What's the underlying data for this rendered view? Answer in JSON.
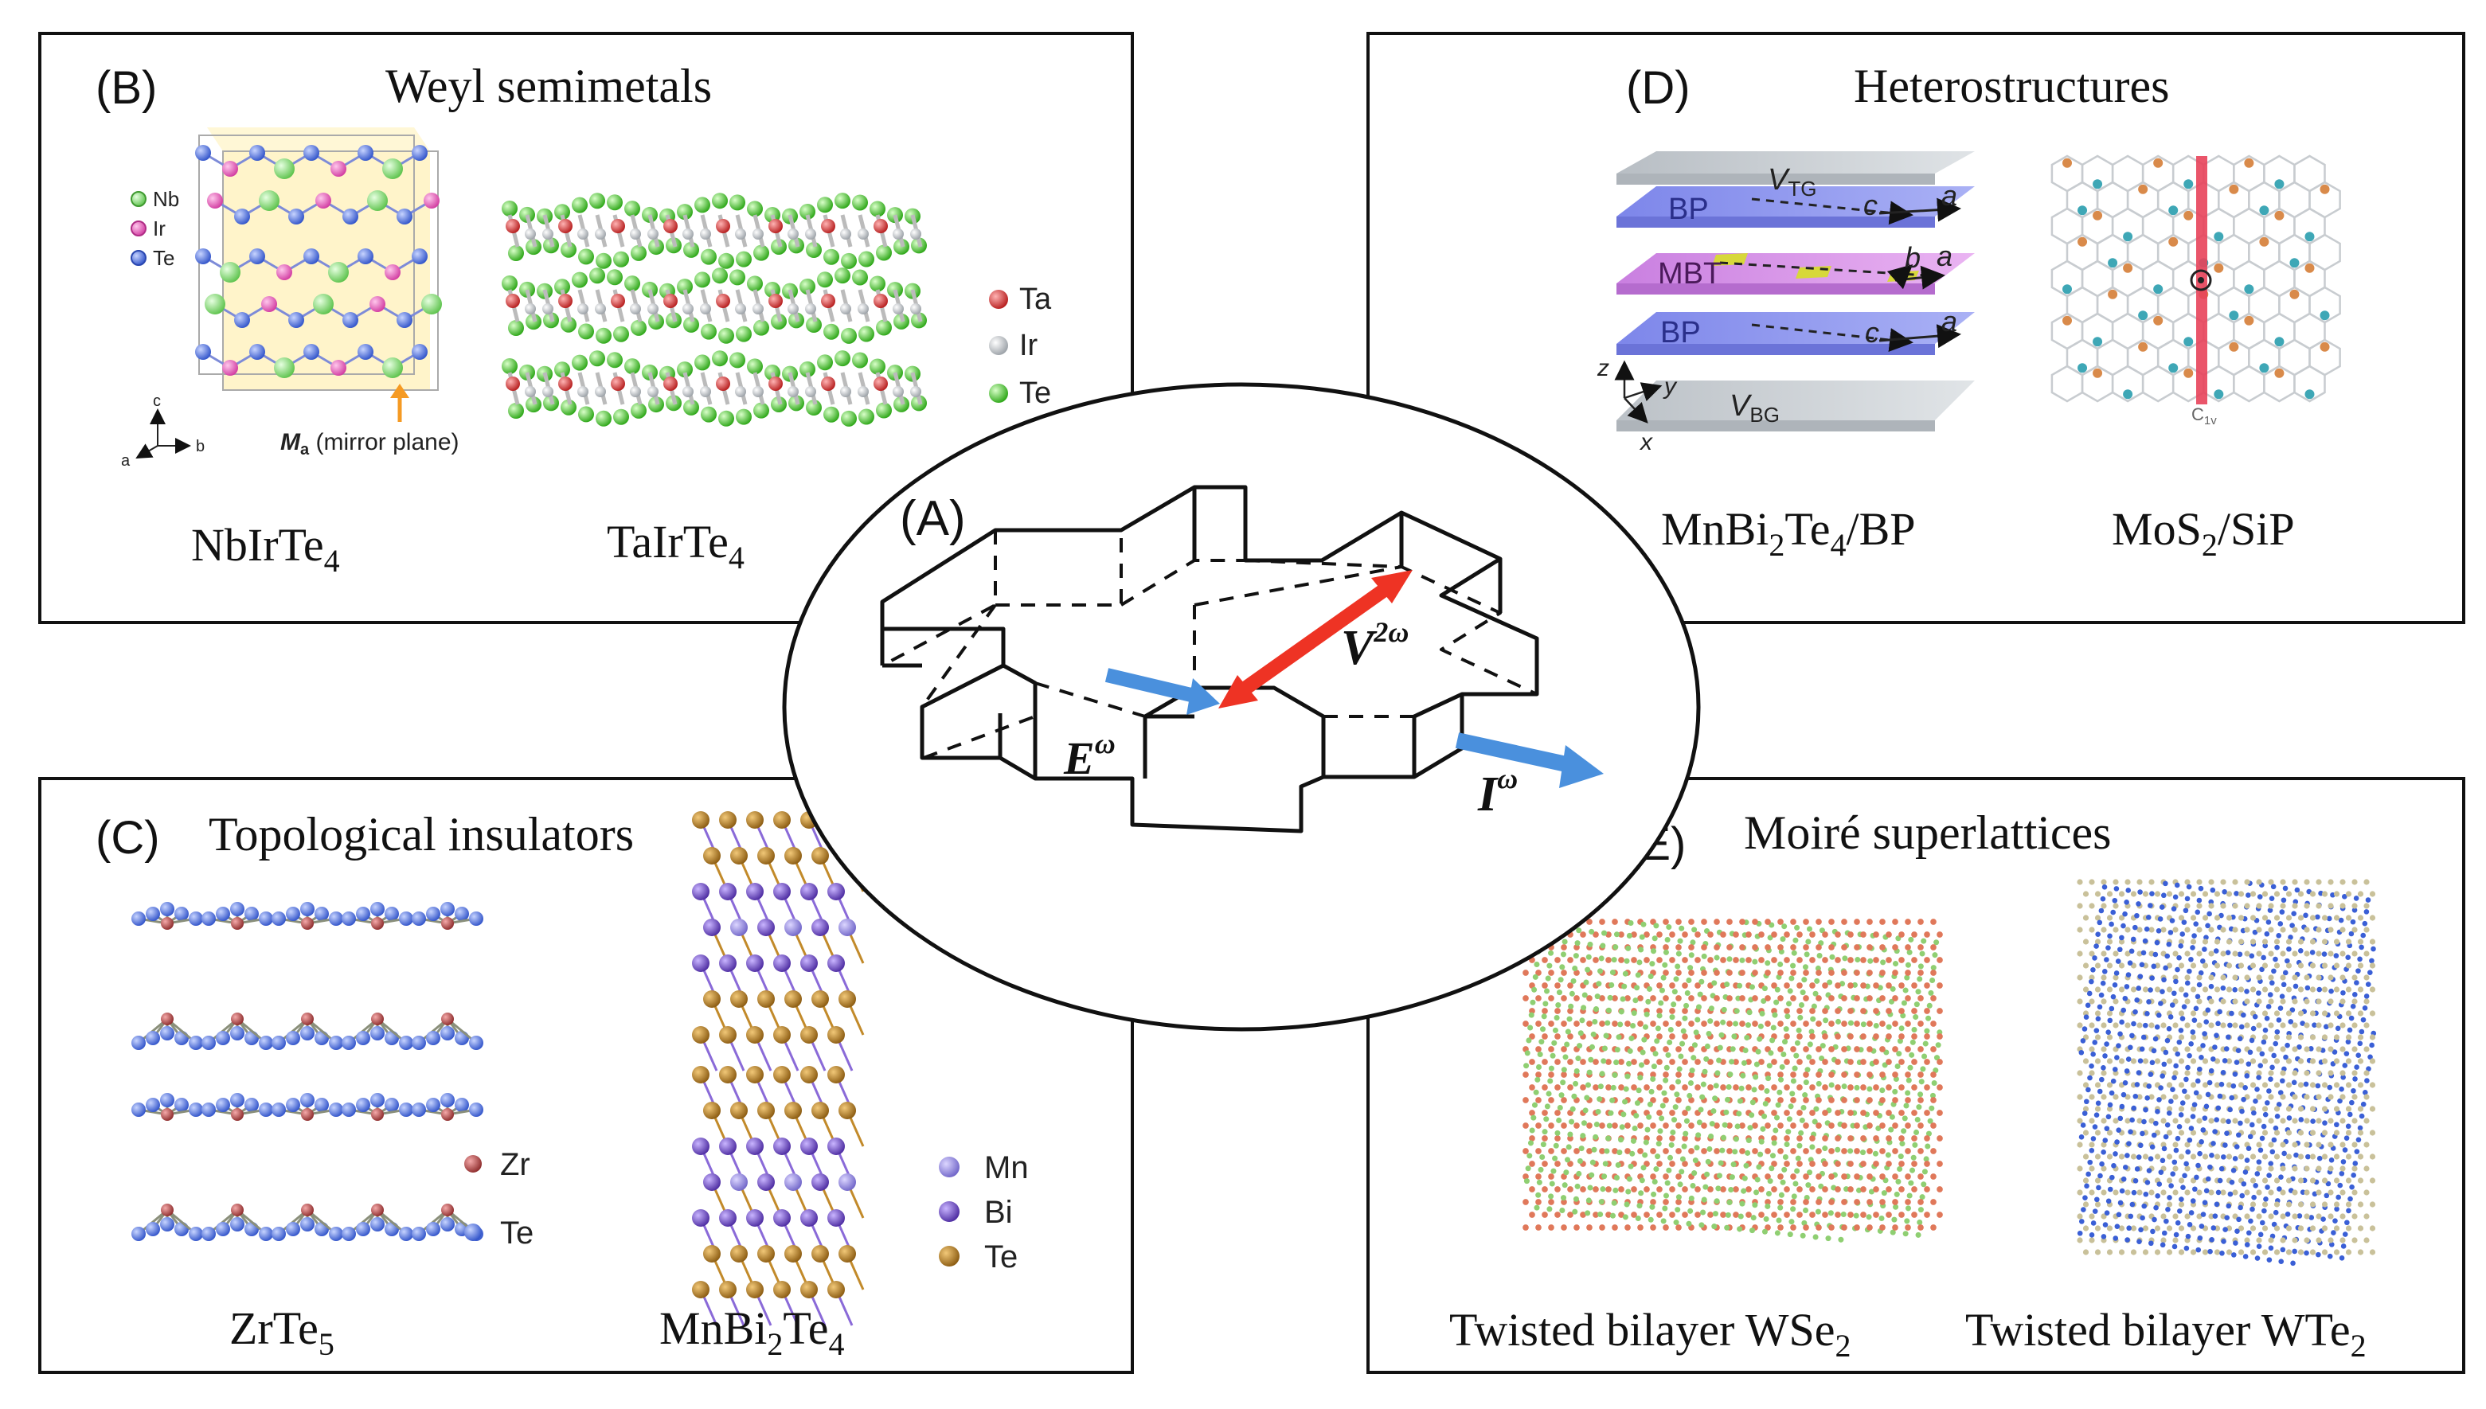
{
  "panels": {
    "A": {
      "letter": "(A)",
      "label_V": "V",
      "label_V_sup": "2ω",
      "label_E": "E",
      "label_E_sup": "ω",
      "label_I": "I",
      "label_I_sup": "ω"
    },
    "B": {
      "letter": "(B)",
      "title": "Weyl semimetals",
      "legend1": [
        "Nb",
        "Ir",
        "Te"
      ],
      "axes": {
        "a": "a",
        "b": "b",
        "c": "c"
      },
      "mirror_bold": "M",
      "mirror_sub": "a",
      "mirror_rest": " (mirror plane)",
      "legend2": [
        "Ta",
        "Ir",
        "Te"
      ],
      "caption1": {
        "main": "NbIrTe",
        "sub": "4"
      },
      "caption2": {
        "main": "TaIrTe",
        "sub": "4"
      }
    },
    "C": {
      "letter": "(C)",
      "title": "Topological insulators",
      "legend1": [
        "Zr",
        "Te"
      ],
      "legend2": [
        "Mn",
        "Bi",
        "Te"
      ],
      "caption1": {
        "main": "ZrTe",
        "sub": "5"
      },
      "caption2": {
        "p1": "MnBi",
        "s1": "2",
        "p2": "Te",
        "s2": "4"
      }
    },
    "D": {
      "letter": "(D)",
      "title": "Heterostructures",
      "layers": {
        "tg": "V",
        "tg_sub": "TG",
        "bp1": "BP",
        "mbt": "MBT",
        "bp2": "BP",
        "bg": "V",
        "bg_sub": "BG"
      },
      "arrow_labels": {
        "c1": "c",
        "a1": "a",
        "b2": "b",
        "a2": "a",
        "c3": "c",
        "a3": "a"
      },
      "axes": {
        "x": "x",
        "y": "y",
        "z": "z"
      },
      "c1v": "C",
      "c1v_sub": "1v",
      "caption1": {
        "p1": "MnBi",
        "s1": "2",
        "p2": "Te",
        "s2": "4",
        "p3": "/BP"
      },
      "caption2": {
        "p1": "MoS",
        "s1": "2",
        "p2": "/SiP"
      }
    },
    "E": {
      "letter": "(E)",
      "title": "Moiré superlattices",
      "caption1": {
        "main": "Twisted bilayer WSe",
        "sub": "2"
      },
      "caption2": {
        "main": "Twisted bilayer WTe",
        "sub": "2"
      }
    }
  },
  "colors": {
    "nb": "#7fd66e",
    "ir": "#e05db2",
    "te_blue": "#3d63d8",
    "ta": "#c62828",
    "ir_white": "#e8e8e8",
    "te_green": "#33b51c",
    "zr": "#b03a3a",
    "mn": "#8b7fd8",
    "bi": "#5a2fb0",
    "te_brown": "#b07820",
    "bp_layer": "#8e97ee",
    "mbt_layer": "#d98fe6",
    "gate": "#c9ced3",
    "arrow_red": "#ee3324",
    "arrow_blue": "#4a90dd"
  }
}
